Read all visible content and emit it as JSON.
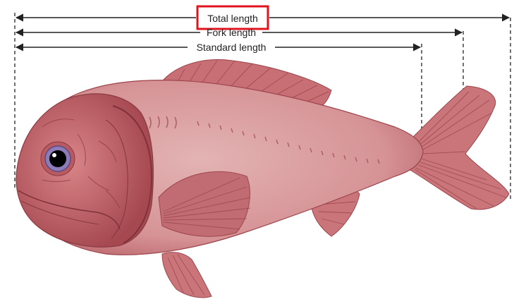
{
  "diagram": {
    "measurements": [
      {
        "label": "Total length",
        "highlighted": true
      },
      {
        "label": "Fork length",
        "highlighted": false
      },
      {
        "label": "Standard length",
        "highlighted": false
      }
    ],
    "highlight_color": "#e0141e",
    "fish_color": "#c9767a",
    "fish_fin_color": "#b85d63",
    "line_color": "#222222"
  }
}
